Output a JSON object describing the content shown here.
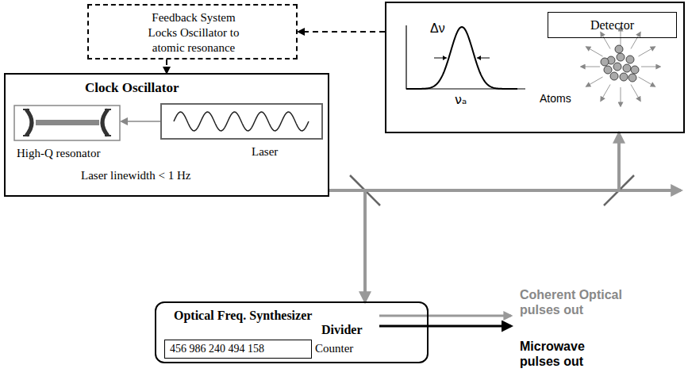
{
  "diagram": {
    "nodes": [
      {
        "text": [
          "Feedback System Locks Oscillator to atomic resonance"
        ]
      },
      {
        "text": [
          "Clock Oscillator",
          "Laser linewidth < 1 Hz"
        ]
      },
      {
        "text": [
          "High-Q resonator"
        ],
        "in": 1
      },
      {
        "text": [
          "Laser"
        ],
        "in": 1
      },
      {
        "text": [
          "Δν",
          "νₐ",
          "Atoms"
        ]
      },
      {
        "text": [
          "Detector"
        ],
        "in": 4
      },
      {
        "text": [
          "Optical Freq. Synthesizer",
          "Divider",
          "Counter"
        ]
      },
      {
        "text": [
          "456 986 240 494 158"
        ],
        "in": 6
      }
    ],
    "edges": [
      {
        "from": 4,
        "to": 0,
        "arrow": "to"
      },
      {
        "from": 0,
        "to": 1,
        "arrow": "to"
      },
      {
        "from": 3,
        "to": 2,
        "arrow": "to"
      },
      {
        "from": 1,
        "to": 6,
        "arrow": "to"
      },
      {
        "from": 1,
        "to": 4,
        "arrow": "to"
      }
    ],
    "labels": [
      "Coherent Optical pulses out",
      "Microwave pulses out"
    ]
  }
}
